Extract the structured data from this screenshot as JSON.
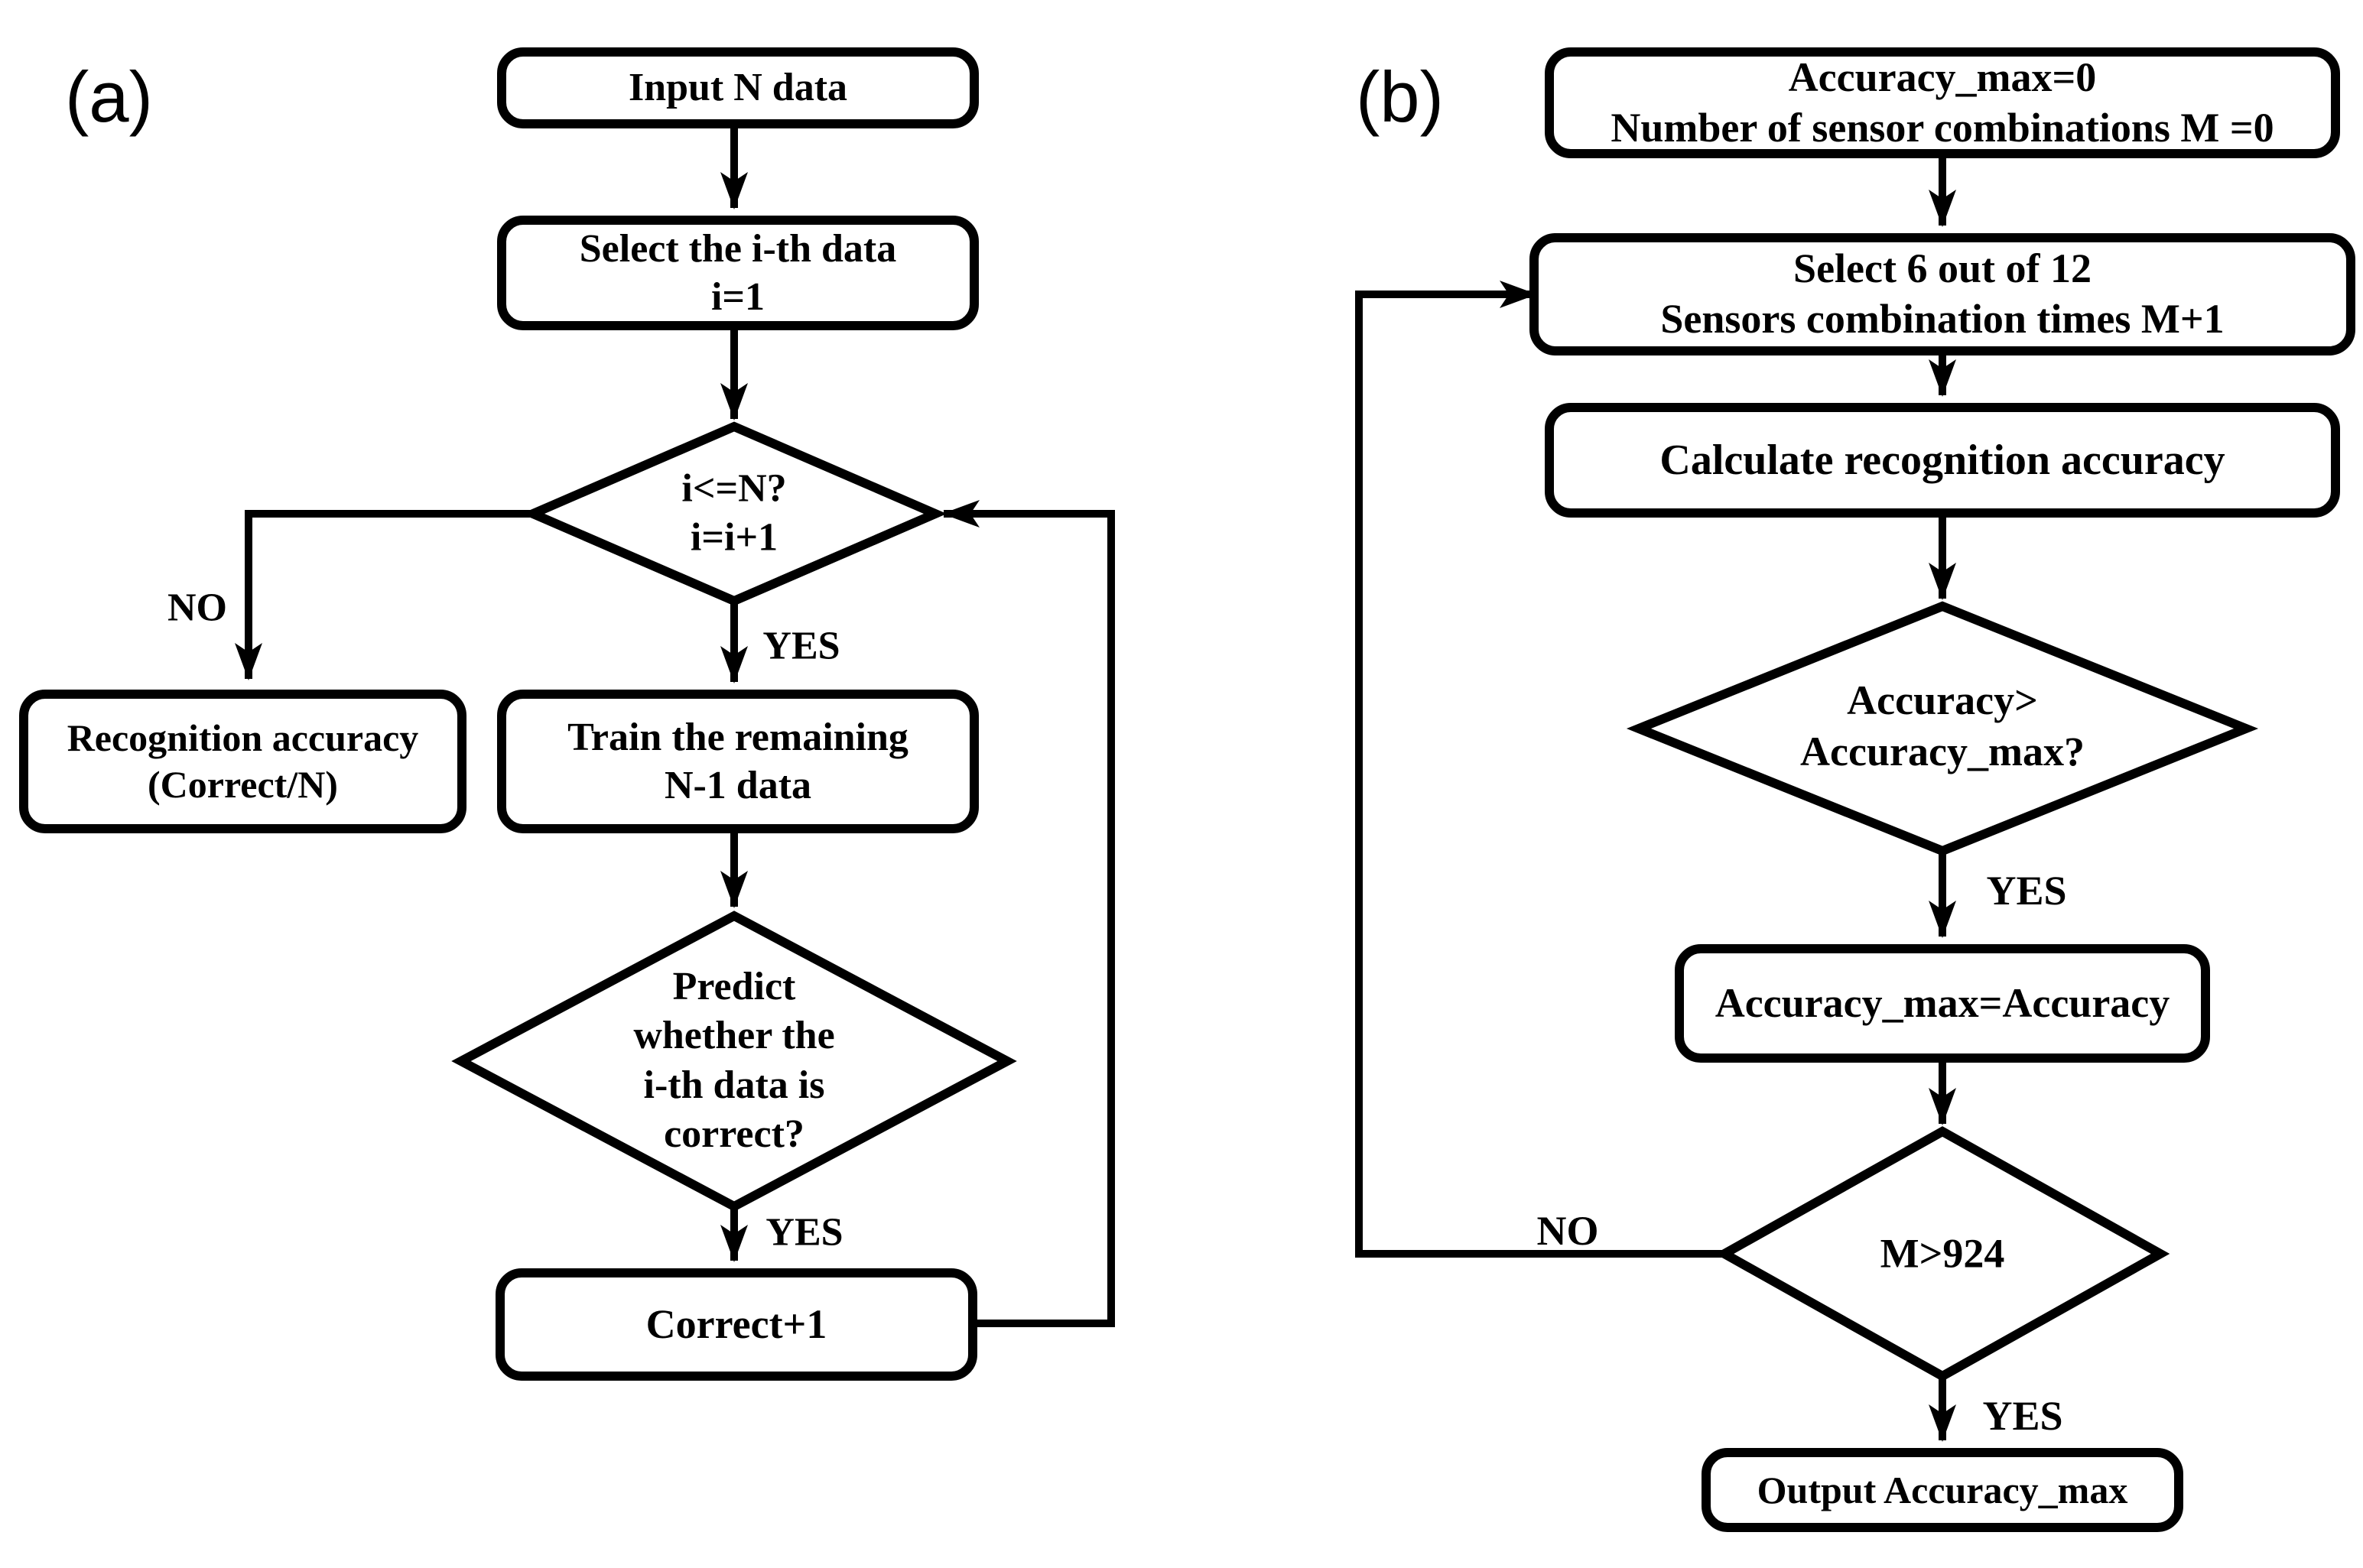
{
  "figure": {
    "colors": {
      "stroke": "#000000",
      "background": "#ffffff"
    },
    "panel_a": {
      "panel_label": "(a)",
      "nodes": {
        "input": "Input N data",
        "select": "Select the i-th data\ni=1",
        "cond_i": "i<=N?\ni=i+1",
        "recognition": "Recognition accuracy\n(Correct/N)",
        "train": "Train the remaining\nN-1 data",
        "predict": "Predict\nwhether the\ni-th data is\ncorrect?",
        "correct": "Correct+1"
      },
      "edge_labels": {
        "no": "NO",
        "yes_train": "YES",
        "yes_correct": "YES"
      }
    },
    "panel_b": {
      "panel_label": "(b)",
      "nodes": {
        "init": "Accuracy_max=0\nNumber of sensor combinations M =0",
        "select6": "Select 6 out of 12\nSensors combination times M+1",
        "calc": "Calculate recognition accuracy",
        "cond_acc": "Accuracy>\nAccuracy_max?",
        "assign": "Accuracy_max=Accuracy",
        "cond_m": "M>924",
        "output": "Output Accuracy_max"
      },
      "edge_labels": {
        "yes_assign": "YES",
        "no": "NO",
        "yes_output": "YES"
      }
    }
  }
}
